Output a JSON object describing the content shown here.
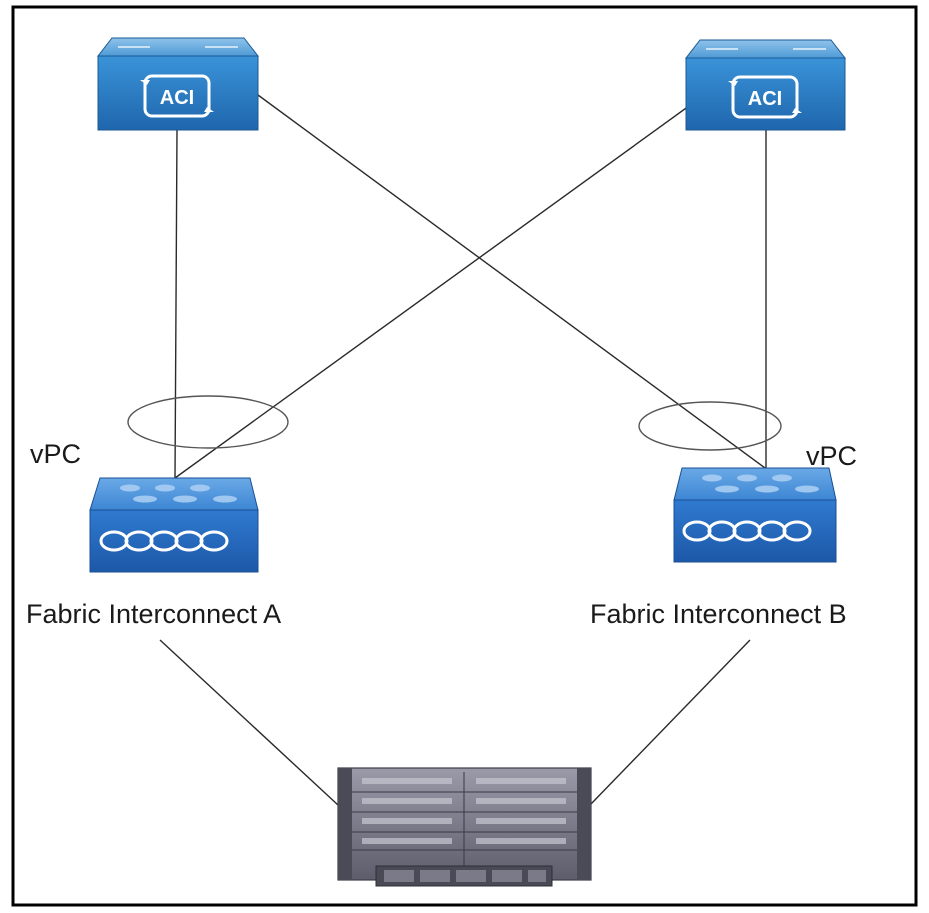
{
  "diagram": {
    "nodes": {
      "aci_switch_left": {
        "badge": "ACI",
        "kind": "aci-leaf-switch"
      },
      "aci_switch_right": {
        "badge": "ACI",
        "kind": "aci-leaf-switch"
      },
      "fabric_a": {
        "label": "Fabric Interconnect A",
        "vpc_label": "vPC",
        "kind": "fabric-interconnect"
      },
      "fabric_b": {
        "label": "Fabric Interconnect B",
        "vpc_label": "vPC",
        "kind": "fabric-interconnect"
      },
      "chassis": {
        "kind": "blade-server-chassis"
      }
    },
    "links": [
      {
        "from": "aci_switch_left",
        "to": "fabric_a"
      },
      {
        "from": "aci_switch_left",
        "to": "fabric_b"
      },
      {
        "from": "aci_switch_right",
        "to": "fabric_a"
      },
      {
        "from": "aci_switch_right",
        "to": "fabric_b"
      },
      {
        "from": "fabric_a",
        "to": "chassis"
      },
      {
        "from": "fabric_b",
        "to": "chassis"
      }
    ],
    "colors": {
      "switch_blue": "#2b7fc6",
      "switch_blue_dark": "#1d5f9e",
      "fabric_blue": "#2a6fc2",
      "chassis_gray": "#6e6e7e"
    }
  }
}
